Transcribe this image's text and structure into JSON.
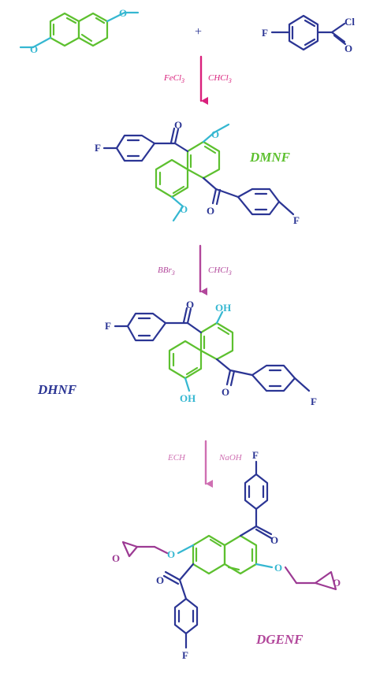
{
  "reactants": {
    "plus": "+"
  },
  "steps": {
    "step1": {
      "reagent_a": "FeCl",
      "reagent_a_sub": "3",
      "reagent_b": "CHCl",
      "reagent_b_sub": "3"
    },
    "step2": {
      "reagent_a": "BBr",
      "reagent_a_sub": "3",
      "reagent_b": "CHCl",
      "reagent_b_sub": "3"
    },
    "step3": {
      "reagent_a": "ECH",
      "reagent_b": "NaOH"
    }
  },
  "compounds": {
    "dmnf": "DMNF",
    "dhnf": "DHNF",
    "dgenf": "DGENF"
  },
  "atoms": {
    "O": "O",
    "F": "F",
    "Cl": "Cl",
    "OH": "OH"
  },
  "colors": {
    "naphthalene": "#5dc02f",
    "methoxy": "#35b7d1",
    "fluorophenyl": "#2b3594",
    "arrow_1": "#d9207c",
    "arrow_2": "#b2479b",
    "arrow_3": "#cf6fb2",
    "epoxy": "#9c3a93",
    "label_dmnf": "#5dc02f",
    "label_dhnf": "#2b3594",
    "label_dgenf": "#b2479b"
  }
}
